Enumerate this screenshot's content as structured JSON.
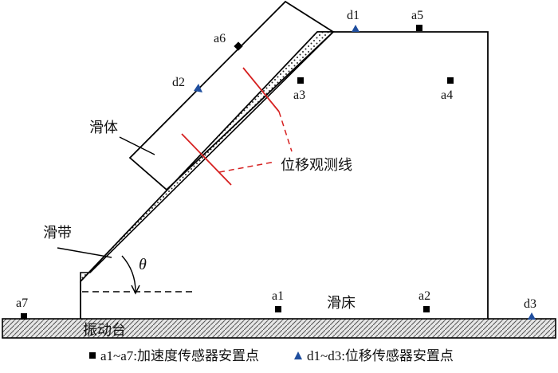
{
  "diagram": {
    "labels": {
      "slide_body": "滑体",
      "slip_zone": "滑带",
      "slide_bed": "滑床",
      "shaking_table": "振动台",
      "displacement_lines": "位移观测线",
      "angle": "θ"
    },
    "accelerometers": [
      {
        "id": "a1",
        "label": "a1"
      },
      {
        "id": "a2",
        "label": "a2"
      },
      {
        "id": "a3",
        "label": "a3"
      },
      {
        "id": "a4",
        "label": "a4"
      },
      {
        "id": "a5",
        "label": "a5"
      },
      {
        "id": "a6",
        "label": "a6"
      },
      {
        "id": "a7",
        "label": "a7"
      }
    ],
    "displacement_sensors": [
      {
        "id": "d1",
        "label": "d1"
      },
      {
        "id": "d2",
        "label": "d2"
      },
      {
        "id": "d3",
        "label": "d3"
      }
    ],
    "legend": {
      "accelerometer": "a1~a7:加速度传感器安置点",
      "displacement": "d1~d3:位移传感器安置点"
    },
    "colors": {
      "outline": "#000000",
      "sensor_accel": "#000000",
      "sensor_disp": "#1f4e9e",
      "observation_line": "#d62020",
      "ground_fill": "#d9d9d9"
    }
  }
}
